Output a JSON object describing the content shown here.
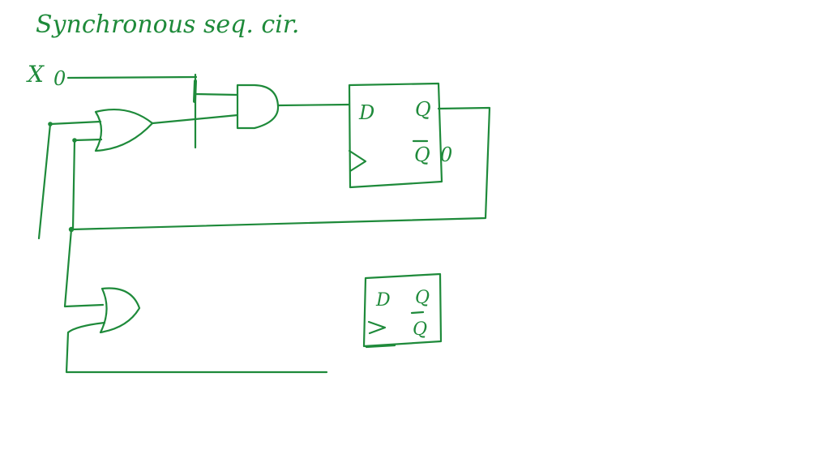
{
  "whiteboard": {
    "title": "Synchronous    seq.  cir.",
    "ink_color": "#1e8a3a",
    "background": "#ffffff"
  },
  "circuit": {
    "input_label": "X",
    "input_value": "0",
    "flipflop1": {
      "d_label": "D",
      "q_label": "Q",
      "qbar_label": "Q",
      "qbar_value": "0"
    },
    "flipflop2": {
      "d_label": "D",
      "q_label": "Q",
      "qbar_label": "Q"
    }
  }
}
